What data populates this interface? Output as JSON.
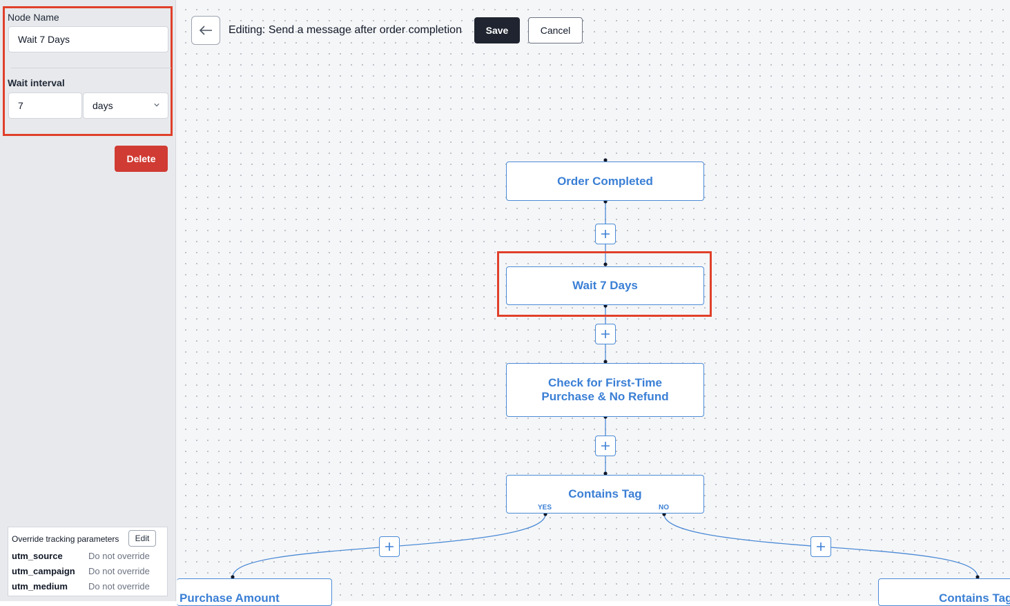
{
  "sidebar": {
    "node_name_label": "Node Name",
    "node_name_value": "Wait 7 Days",
    "wait_interval_label": "Wait interval",
    "wait_amount": "7",
    "wait_unit": "days",
    "delete_label": "Delete",
    "tracking": {
      "title": "Override tracking parameters",
      "edit_label": "Edit",
      "params": [
        {
          "key": "utm_source",
          "value": "Do not override"
        },
        {
          "key": "utm_campaign",
          "value": "Do not override"
        },
        {
          "key": "utm_medium",
          "value": "Do not override"
        }
      ]
    }
  },
  "topbar": {
    "title": "Editing: Send a message after order completion",
    "save_label": "Save",
    "cancel_label": "Cancel"
  },
  "flow": {
    "nodes": {
      "order_completed": "Order Completed",
      "wait": "Wait 7 Days",
      "check_line1": "Check for First-Time",
      "check_line2": "Purchase & No Refund",
      "contains_tag": "Contains Tag",
      "purchase_amount": "Purchase Amount",
      "contains_tag_right": "Contains Tag"
    },
    "branch_yes": "YES",
    "branch_no": "NO"
  },
  "colors": {
    "accent": "#3a7fd5",
    "highlight": "#e0402a",
    "delete": "#d03b33",
    "save": "#1f2430"
  }
}
